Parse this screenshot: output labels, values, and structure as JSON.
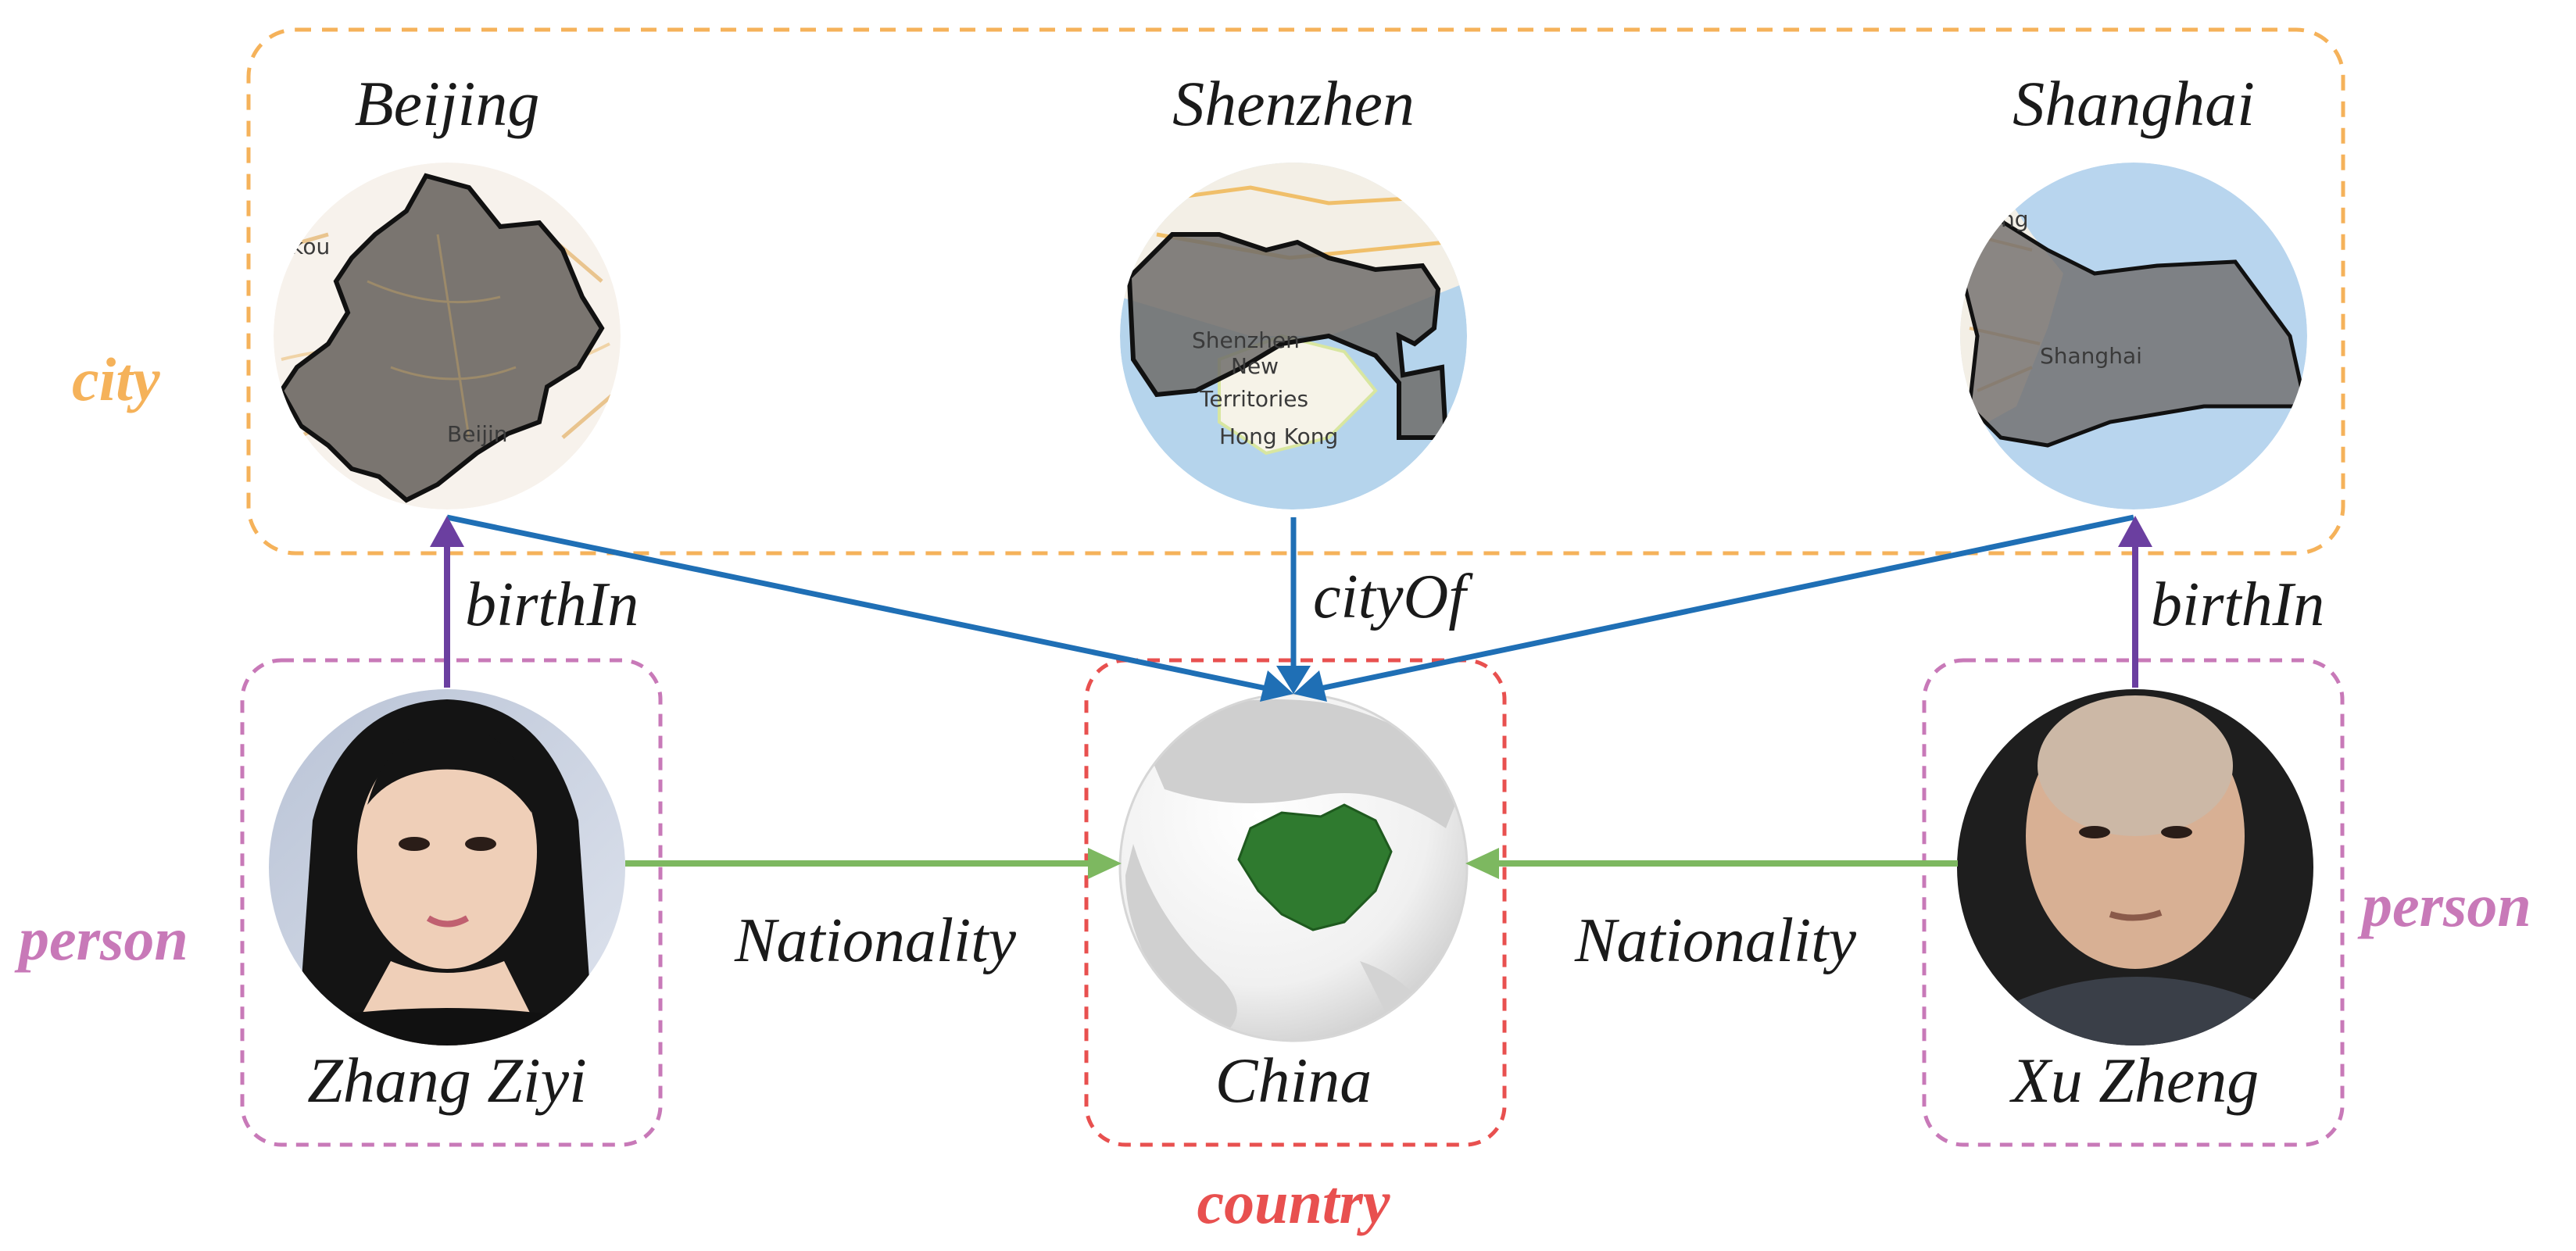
{
  "categories": {
    "city": {
      "label": "city",
      "color": "#f5b25a"
    },
    "person": {
      "label": "person",
      "color": "#c879b8"
    },
    "country": {
      "label": "country",
      "color": "#e8504f"
    }
  },
  "nodes": {
    "beijing": {
      "label": "Beijing",
      "map_text": "Beijin",
      "map_text_2": "akou"
    },
    "shenzhen": {
      "label": "Shenzhen",
      "map_text": "Shenzhen",
      "map_text_2": "New",
      "map_text_3": "Territories",
      "map_text_4": "Hong Kong"
    },
    "shanghai": {
      "label": "Shanghai",
      "map_text": "Shanghai",
      "map_text_2": "ng"
    },
    "zhang_ziyi": {
      "label": "Zhang Ziyi"
    },
    "china": {
      "label": "China"
    },
    "xu_zheng": {
      "label": "Xu Zheng"
    }
  },
  "edges": {
    "birthin_left": {
      "label": "birthIn",
      "color": "#6b3fa0"
    },
    "birthin_right": {
      "label": "birthIn",
      "color": "#6b3fa0"
    },
    "cityof": {
      "label": "cityOf",
      "color": "#1f6fb5"
    },
    "nationality_left": {
      "label": "Nationality",
      "color": "#7db860"
    },
    "nationality_right": {
      "label": "Nationality",
      "color": "#7db860"
    }
  }
}
